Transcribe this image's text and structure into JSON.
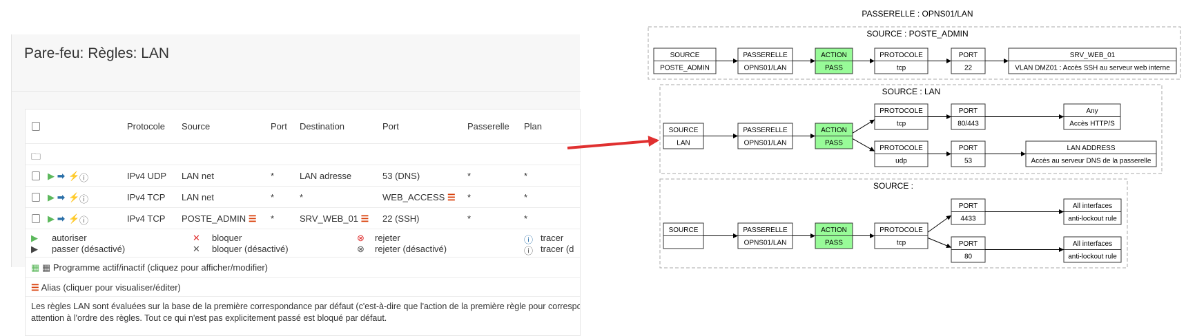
{
  "page": {
    "title": "Pare-feu: Règles: LAN"
  },
  "table": {
    "headers": [
      "Protocole",
      "Source",
      "Port",
      "Destination",
      "Port",
      "Passerelle",
      "Plan"
    ],
    "rows": [
      {
        "protocol": "IPv4 UDP",
        "source": "LAN net",
        "source_alias": false,
        "src_port": "*",
        "destination": "LAN adresse",
        "dest_alias": false,
        "dst_port": "53 (DNS)",
        "port_alias": false,
        "gateway": "*",
        "schedule": "*"
      },
      {
        "protocol": "IPv4 TCP",
        "source": "LAN net",
        "source_alias": false,
        "src_port": "*",
        "destination": "*",
        "dest_alias": false,
        "dst_port": "WEB_ACCESS",
        "port_alias": true,
        "gateway": "*",
        "schedule": "*"
      },
      {
        "protocol": "IPv4 TCP",
        "source": "POSTE_ADMIN",
        "source_alias": true,
        "src_port": "*",
        "destination": "SRV_WEB_01",
        "dest_alias": true,
        "dst_port": "22 (SSH)",
        "port_alias": false,
        "gateway": "*",
        "schedule": "*"
      }
    ]
  },
  "legend": {
    "allow": "autoriser",
    "pass_disabled": "passer (désactivé)",
    "block": "bloquer",
    "block_disabled": "bloquer (désactivé)",
    "reject": "rejeter",
    "reject_disabled": "rejeter (désactivé)",
    "log": "tracer",
    "log_disabled": "tracer (d"
  },
  "schedule_note": "Programme actif/inactif (cliquez pour afficher/modifier)",
  "alias_note": "Alias (cliquer pour visualiser/éditer)",
  "footer_note": [
    "Les règles LAN sont évaluées sur la base de la première correspondance par défaut (c'est-à-dire que l'action de la première règle pour correspon",
    "attention à l'ordre des règles. Tout ce qui n'est pas explicitement passé est bloqué par défaut."
  ],
  "colors": {
    "pass": "#5cb85c",
    "action_fill": "#98fb98",
    "alias": "#d9400b",
    "arrow": "#e03030"
  },
  "diagram": {
    "title": "PASSERELLE : OPNS01/LAN",
    "clusters": [
      "SOURCE : POSTE_ADMIN",
      "SOURCE : LAN",
      "SOURCE :"
    ],
    "nodes": {
      "a_src": [
        "SOURCE",
        "POSTE_ADMIN"
      ],
      "a_gw": [
        "PASSERELLE",
        "OPNS01/LAN"
      ],
      "a_act": [
        "ACTION",
        "PASS"
      ],
      "a_proto": [
        "PROTOCOLE",
        "tcp"
      ],
      "a_port": [
        "PORT",
        "22"
      ],
      "a_dst": [
        "SRV_WEB_01",
        "VLAN DMZ01 : Accès SSH au serveur web interne"
      ],
      "b_src": [
        "SOURCE",
        "LAN"
      ],
      "b_gw": [
        "PASSERELLE",
        "OPNS01/LAN"
      ],
      "b_act": [
        "ACTION",
        "PASS"
      ],
      "b_proto1": [
        "PROTOCOLE",
        "tcp"
      ],
      "b_port1": [
        "PORT",
        "80/443"
      ],
      "b_dst1": [
        "Any",
        "Accès HTTP/S"
      ],
      "b_proto2": [
        "PROTOCOLE",
        "udp"
      ],
      "b_port2": [
        "PORT",
        "53"
      ],
      "b_dst2": [
        "LAN ADDRESS",
        "Accès au serveur DNS de la passerelle"
      ],
      "c_src": [
        "SOURCE",
        ""
      ],
      "c_gw": [
        "PASSERELLE",
        "OPNS01/LAN"
      ],
      "c_act": [
        "ACTION",
        "PASS"
      ],
      "c_proto": [
        "PROTOCOLE",
        "tcp"
      ],
      "c_port1": [
        "PORT",
        "4433"
      ],
      "c_dst1": [
        "All interfaces",
        "anti-lockout rule"
      ],
      "c_port2": [
        "PORT",
        "80"
      ],
      "c_dst2": [
        "All interfaces",
        "anti-lockout rule"
      ]
    }
  }
}
